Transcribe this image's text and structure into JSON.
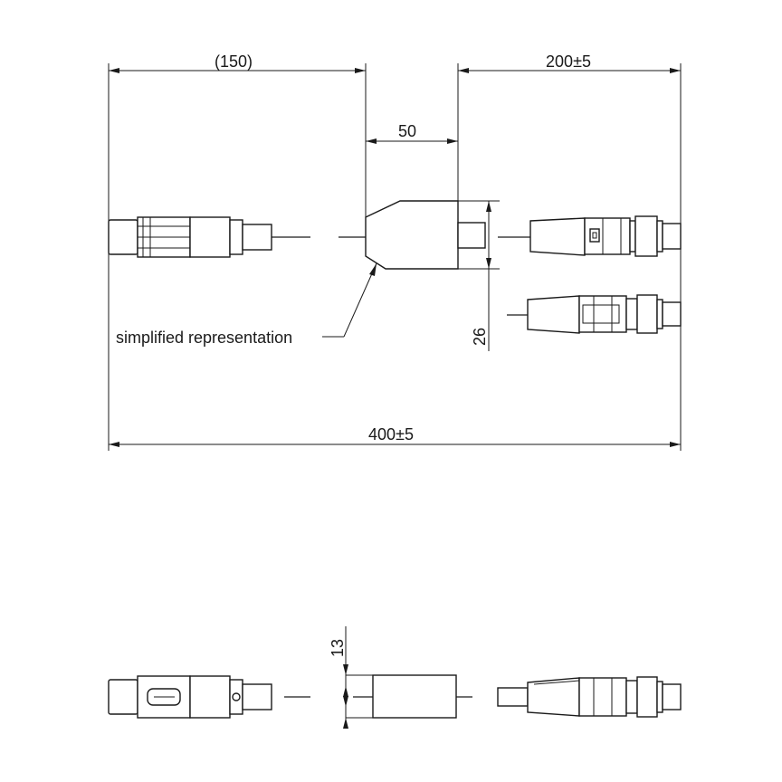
{
  "dimensions": {
    "left_length": "(150)",
    "right_length": "200±5",
    "body_length": "50",
    "total_length": "400±5",
    "body_width": "26",
    "body_height": "13"
  },
  "annotations": {
    "simplified_label": "simplified representation"
  }
}
